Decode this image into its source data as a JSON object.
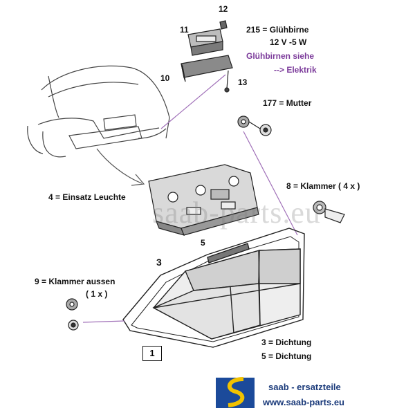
{
  "labels": {
    "n12": "12",
    "n11": "11",
    "bulb_line1": "215 = Glühbirne",
    "bulb_line2": "12 V -5 W",
    "bulb_see1": "Glühbirnen siehe",
    "bulb_see2": "--> Elektrik",
    "n10": "10",
    "n13": "13",
    "nut": "177 = Mutter",
    "insert": "4 = Einsatz Leuchte",
    "clip": "8 = Klammer ( 4 x )",
    "n5": "5",
    "n3": "3",
    "outer_clip1": "9 = Klammer aussen",
    "outer_clip2": "( 1 x )",
    "seal3": "3 = Dichtung",
    "seal5": "5 = Dichtung",
    "box1": "1"
  },
  "watermark": "saab-parts.eu",
  "footer": {
    "line1": "saab - ersatzteile",
    "line2": "www.saab-parts.eu"
  },
  "colors": {
    "accent_purple": "#7b3a9a",
    "leader_line": "#a070b8",
    "logo_blue": "#1b4a9a",
    "logo_yellow": "#f2c200"
  }
}
